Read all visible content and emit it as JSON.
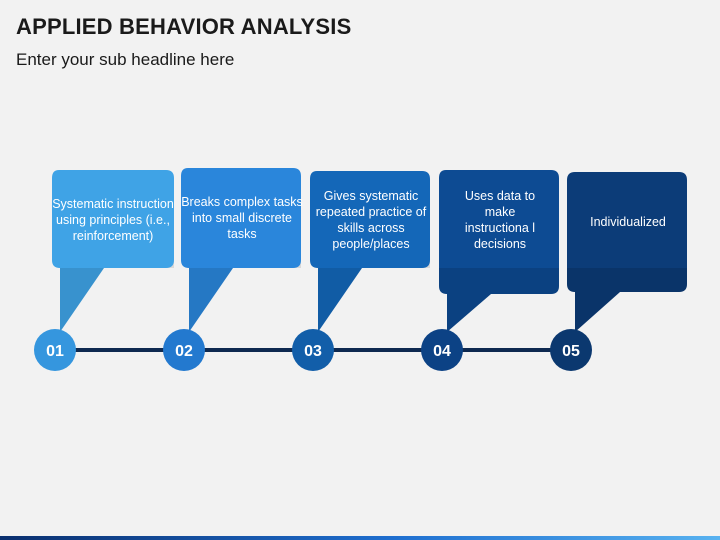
{
  "title": "APPLIED BEHAVIOR ANALYSIS",
  "subtitle": "Enter your sub headline here",
  "steps": [
    {
      "number": "01",
      "text": "Systematic instruction using principles (i.e., reinforcement)",
      "color": "#3fa3e6",
      "circle": "#3596de"
    },
    {
      "number": "02",
      "text": "Breaks complex tasks into small discrete tasks",
      "color": "#2a86db",
      "circle": "#2379cf"
    },
    {
      "number": "03",
      "text": "Gives systematic repeated practice of skills across people/places",
      "color": "#1467b8",
      "circle": "#125ea9"
    },
    {
      "number": "04",
      "text": "Uses data to make instructiona l decisions",
      "color": "#0d4b93",
      "circle": "#0c4285"
    },
    {
      "number": "05",
      "text": "Individualized",
      "color": "#0c3c78",
      "circle": "#0b386f"
    }
  ],
  "connector_color": "#0e2950"
}
